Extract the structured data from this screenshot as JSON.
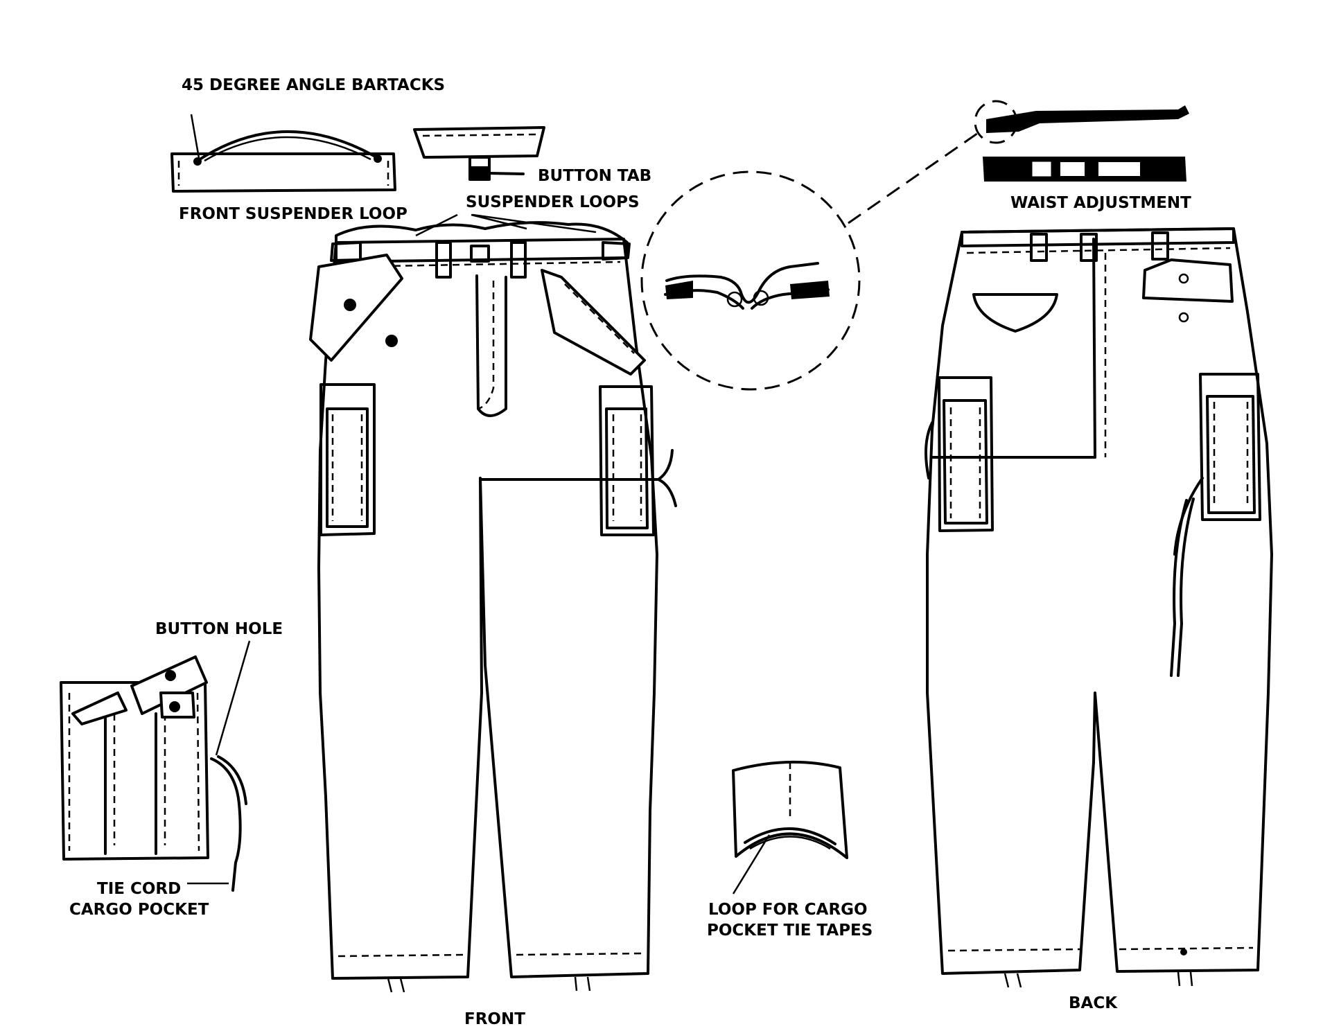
{
  "labels": {
    "bartacks": "45 DEGREE ANGLE BARTACKS",
    "front_suspender_loop": "FRONT SUSPENDER LOOP",
    "button_tab": "BUTTON TAB",
    "suspender_loops": "SUSPENDER LOOPS",
    "waist_adjustment": "WAIST ADJUSTMENT",
    "button_hole": "BUTTON HOLE",
    "tie_cord": "TIE CORD",
    "cargo_pocket": "CARGO POCKET",
    "loop_line1": "LOOP FOR CARGO",
    "loop_line2": "POCKET TIE TAPES",
    "front": "FRONT",
    "back": "BACK"
  }
}
